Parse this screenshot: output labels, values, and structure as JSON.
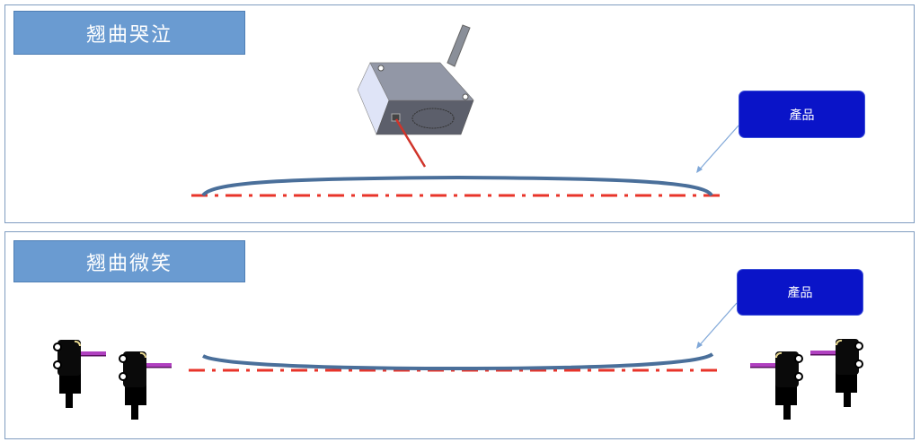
{
  "panels": [
    {
      "title": "翘曲哭泣",
      "product_label": "產品"
    },
    {
      "title": "翘曲微笑",
      "product_label": "產品"
    }
  ],
  "colors": {
    "title_bg": "#6a9bd1",
    "label_bg": "#0a14c8",
    "product": "#4a6f9a",
    "reference_line": "#e8342a",
    "laser": "#d0342a",
    "fiber": "#b040c0"
  }
}
